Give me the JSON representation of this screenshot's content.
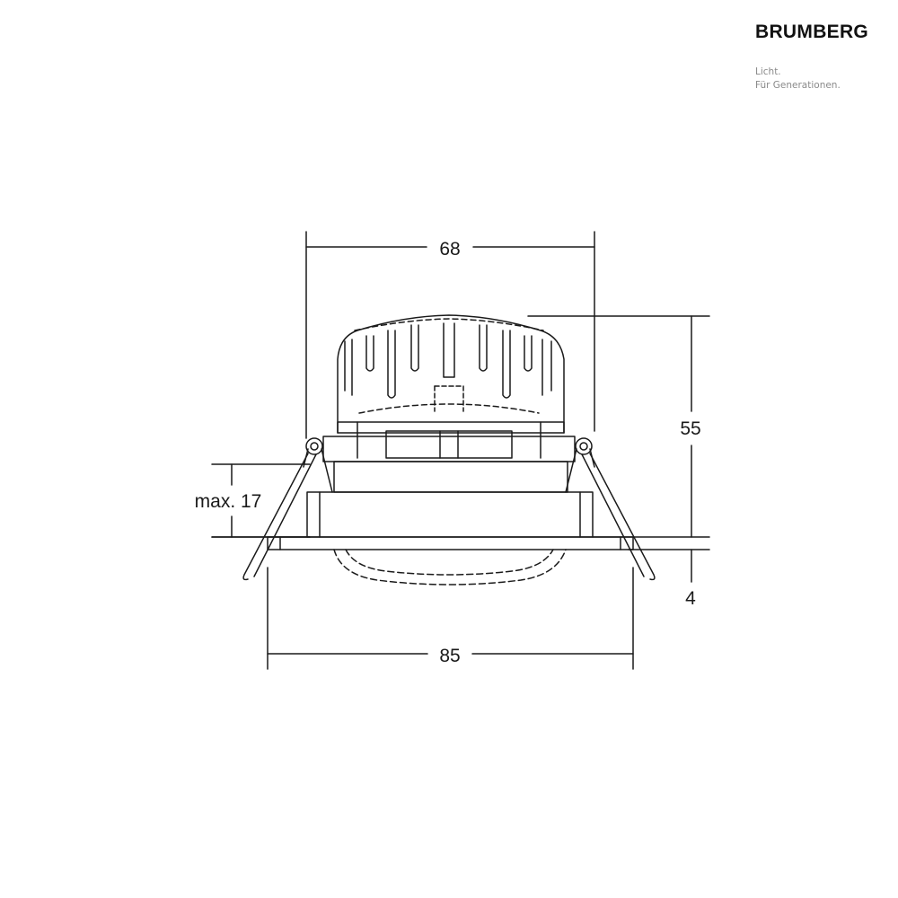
{
  "brand": {
    "name": "BRUMBERG",
    "tagline_line1": "Licht.",
    "tagline_line2": "Für Generationen."
  },
  "dimensions": {
    "top_width": "68",
    "height": "55",
    "max_ceiling": "max. 17",
    "flange_thickness": "4",
    "flange_width": "85"
  },
  "colors": {
    "line": "#1a1a1a",
    "logo_text": "#111111",
    "tagline": "#8a8a8a"
  }
}
